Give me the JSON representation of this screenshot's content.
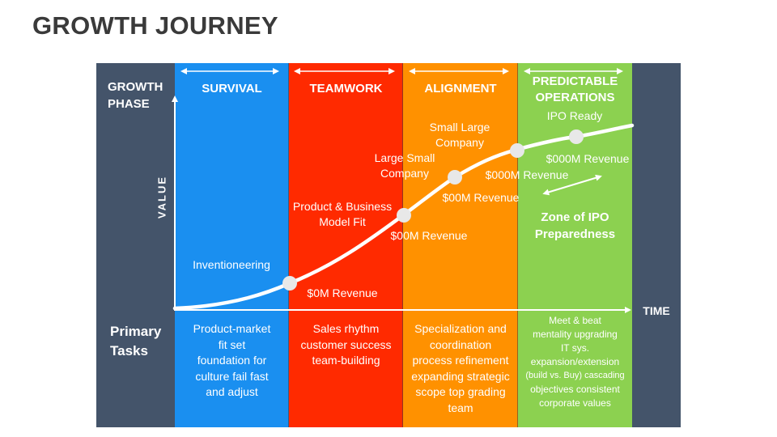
{
  "title": "GROWTH JOURNEY",
  "axes": {
    "y_title_line1": "GROWTH",
    "y_title_line2": "PHASE",
    "value_label": "VALUE",
    "time_label": "TIME",
    "tasks_line1": "Primary",
    "tasks_line2": "Tasks"
  },
  "phases": [
    {
      "title_lines": [
        "SURVIVAL"
      ],
      "color": "#1a8ff0",
      "tasks": [
        "Product-market",
        "fit set",
        "foundation for",
        "culture fail fast",
        "and adjust"
      ]
    },
    {
      "title_lines": [
        "TEAMWORK"
      ],
      "color": "#ff2a00",
      "tasks": [
        "Sales rhythm",
        "customer success",
        "team-building"
      ]
    },
    {
      "title_lines": [
        "ALIGNMENT"
      ],
      "color": "#ff9100",
      "tasks": [
        "Specialization and",
        "coordination",
        "process refinement",
        "expanding strategic",
        "scope top grading",
        "team"
      ]
    },
    {
      "title_lines": [
        "PREDICTABLE",
        "OPERATIONS"
      ],
      "color": "#8cd150",
      "tasks": [
        "Meet & beat",
        "mentality upgrading",
        "IT sys.",
        "expansion/extension",
        "(build vs. Buy) cascading",
        "objectives consistent",
        "corporate values"
      ]
    }
  ],
  "milestones": [
    {
      "stage_lines": [
        "Inventioneering"
      ],
      "revenue": "$0M Revenue"
    },
    {
      "stage_lines": [
        "Product & Business",
        "Model Fit"
      ],
      "revenue": "$00M Revenue"
    },
    {
      "stage_lines": [
        "Large Small",
        "Company"
      ],
      "revenue": "$00M Revenue"
    },
    {
      "stage_lines": [
        "Small Large",
        "Company"
      ],
      "revenue": "$000M Revenue"
    },
    {
      "stage_lines": [
        "IPO Ready"
      ],
      "revenue": "$000M Revenue"
    }
  ],
  "zone": {
    "line1": "Zone of IPO",
    "line2": "Preparedness"
  },
  "colors": {
    "dark": "#44546a",
    "curve": "#ffffff",
    "marker": "#e8e8e8"
  }
}
